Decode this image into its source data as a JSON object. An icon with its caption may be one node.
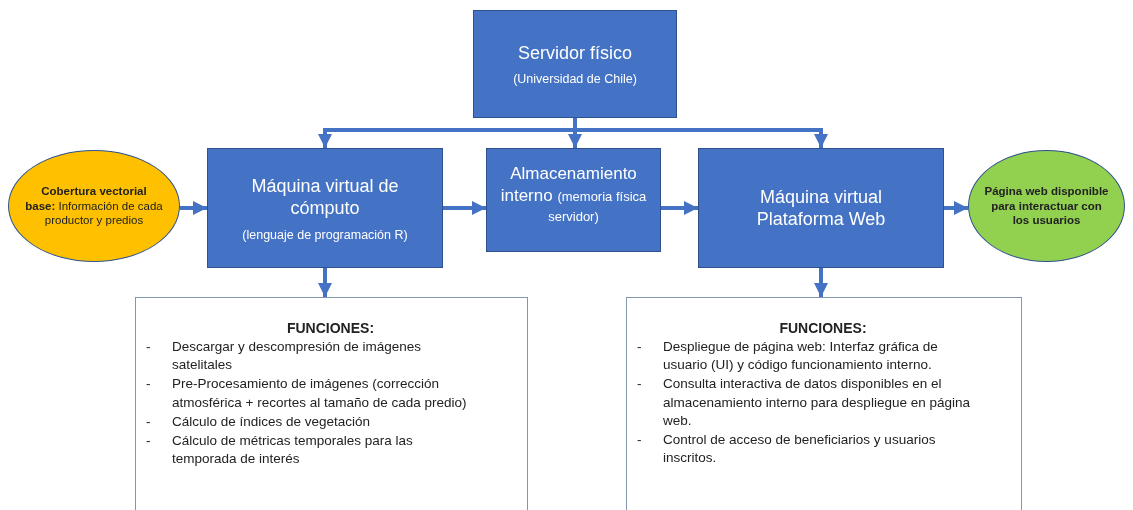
{
  "diagram": {
    "nodes": [
      {
        "text": [
          "Servidor físico",
          "(Universidad de Chile)"
        ]
      },
      {
        "text": [
          "**Cobertura vectorial base:** Información de cada productor y predios"
        ]
      },
      {
        "text": [
          "Máquina virtual de cómputo",
          "(lenguaje de programación R)"
        ]
      },
      {
        "text": [
          "Almacenamiento interno",
          "(memoria física servidor)"
        ]
      },
      {
        "text": [
          "Máquina virtual Plataforma Web"
        ]
      },
      {
        "text": [
          "Página web disponible para interactuar con los usuarios"
        ]
      },
      {
        "text": [
          "FUNCIONES:",
          "-",
          "Descargar y descompresión de imágenes satelitales",
          "-",
          "Pre-Procesamiento de imágenes (corrección atmosférica + recortes al tamaño de cada predio)",
          "-",
          "Cálculo de índices de vegetación",
          "-",
          "Cálculo de métricas temporales para las temporada de interés"
        ]
      },
      {
        "text": [
          "FUNCIONES:",
          "-",
          "Despliegue de página web: Interfaz gráfica de usuario (UI) y código funcionamiento interno.",
          "-",
          "Consulta interactiva de datos disponibles en el almacenamiento interno para despliegue en página web.",
          "-",
          "Control de acceso de beneficiarios y usuarios inscritos."
        ]
      }
    ],
    "edges": [
      {
        "from": 0,
        "to": 2,
        "arrow": "to"
      },
      {
        "from": 0,
        "to": 3,
        "arrow": "to"
      },
      {
        "from": 0,
        "to": 4,
        "arrow": "to"
      },
      {
        "from": 1,
        "to": 2,
        "arrow": "to"
      },
      {
        "from": 2,
        "to": 3,
        "arrow": "to"
      },
      {
        "from": 3,
        "to": 4,
        "arrow": "to"
      },
      {
        "from": 4,
        "to": 5,
        "arrow": "to"
      },
      {
        "from": 2,
        "to": 6,
        "arrow": "to"
      },
      {
        "from": 4,
        "to": 7,
        "arrow": "to"
      }
    ]
  }
}
